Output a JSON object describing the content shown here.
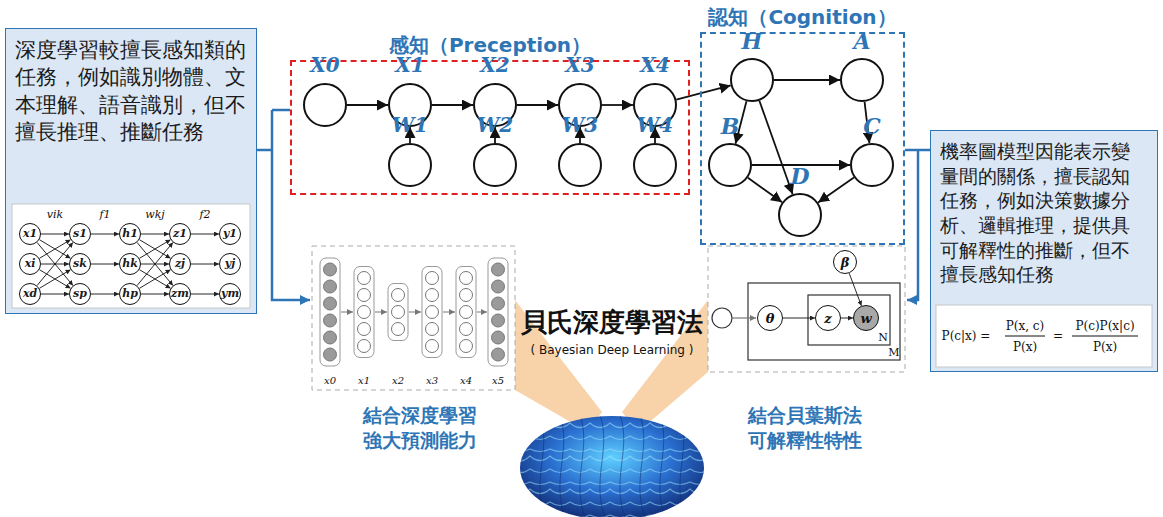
{
  "diagram": {
    "nodes": [
      {
        "text": [
          "深度學習較擅長感知類的任務，例如識別物體、文本理解、語音識別，但不擅長推理、推斷任務"
        ]
      },
      {
        "text": [
          "x1"
        ],
        "in": 0
      },
      {
        "text": [
          "xi"
        ],
        "in": 0
      },
      {
        "text": [
          "xd"
        ],
        "in": 0
      },
      {
        "text": [
          "s1"
        ],
        "in": 0
      },
      {
        "text": [
          "sk"
        ],
        "in": 0
      },
      {
        "text": [
          "sp"
        ],
        "in": 0
      },
      {
        "text": [
          "h1"
        ],
        "in": 0
      },
      {
        "text": [
          "hk"
        ],
        "in": 0
      },
      {
        "text": [
          "hp"
        ],
        "in": 0
      },
      {
        "text": [
          "z1"
        ],
        "in": 0
      },
      {
        "text": [
          "zj"
        ],
        "in": 0
      },
      {
        "text": [
          "zm"
        ],
        "in": 0
      },
      {
        "text": [
          "y1"
        ],
        "in": 0
      },
      {
        "text": [
          "yj"
        ],
        "in": 0
      },
      {
        "text": [
          "ym"
        ],
        "in": 0
      },
      {
        "text": [
          "感知（Preception）"
        ]
      },
      {
        "text": [
          "X0"
        ],
        "in": 16
      },
      {
        "text": [
          "X1"
        ],
        "in": 16
      },
      {
        "text": [
          "X2"
        ],
        "in": 16
      },
      {
        "text": [
          "X3"
        ],
        "in": 16
      },
      {
        "text": [
          "X4"
        ],
        "in": 16
      },
      {
        "text": [
          "W1"
        ],
        "in": 16
      },
      {
        "text": [
          "W2"
        ],
        "in": 16
      },
      {
        "text": [
          "W3"
        ],
        "in": 16
      },
      {
        "text": [
          "W4"
        ],
        "in": 16
      },
      {
        "text": [
          "認知（Cognition）"
        ]
      },
      {
        "text": [
          "H"
        ],
        "in": 26
      },
      {
        "text": [
          "A"
        ],
        "in": 26
      },
      {
        "text": [
          "B"
        ],
        "in": 26
      },
      {
        "text": [
          "C"
        ],
        "in": 26
      },
      {
        "text": [
          "D"
        ],
        "in": 26
      },
      {
        "text": [
          "機率圖模型因能表示變量間的關係，擅長認知任務，例如決策數據分析、邏輯推理，提供具可解釋性的推斷，但不擅長感知任務"
        ]
      },
      {
        "text": [
          "β"
        ]
      },
      {
        "text": [
          "θ"
        ]
      },
      {
        "text": [
          "z"
        ]
      },
      {
        "text": [
          "w"
        ]
      }
    ],
    "edges": [
      {
        "from": 1,
        "to": 4,
        "arrow": "to"
      },
      {
        "from": 1,
        "to": 5,
        "arrow": "to"
      },
      {
        "from": 1,
        "to": 6,
        "arrow": "to"
      },
      {
        "from": 2,
        "to": 4,
        "arrow": "to"
      },
      {
        "from": 2,
        "to": 5,
        "arrow": "to"
      },
      {
        "from": 2,
        "to": 6,
        "arrow": "to"
      },
      {
        "from": 3,
        "to": 4,
        "arrow": "to"
      },
      {
        "from": 3,
        "to": 5,
        "arrow": "to"
      },
      {
        "from": 3,
        "to": 6,
        "arrow": "to"
      },
      {
        "from": 4,
        "to": 7,
        "arrow": "to"
      },
      {
        "from": 5,
        "to": 8,
        "arrow": "to"
      },
      {
        "from": 6,
        "to": 9,
        "arrow": "to"
      },
      {
        "from": 7,
        "to": 10,
        "arrow": "to"
      },
      {
        "from": 7,
        "to": 11,
        "arrow": "to"
      },
      {
        "from": 7,
        "to": 12,
        "arrow": "to"
      },
      {
        "from": 8,
        "to": 10,
        "arrow": "to"
      },
      {
        "from": 8,
        "to": 11,
        "arrow": "to"
      },
      {
        "from": 8,
        "to": 12,
        "arrow": "to"
      },
      {
        "from": 9,
        "to": 10,
        "arrow": "to"
      },
      {
        "from": 9,
        "to": 11,
        "arrow": "to"
      },
      {
        "from": 9,
        "to": 12,
        "arrow": "to"
      },
      {
        "from": 10,
        "to": 13,
        "arrow": "to"
      },
      {
        "from": 11,
        "to": 14,
        "arrow": "to"
      },
      {
        "from": 12,
        "to": 15,
        "arrow": "to"
      },
      {
        "from": 17,
        "to": 18,
        "arrow": "to"
      },
      {
        "from": 18,
        "to": 19,
        "arrow": "to"
      },
      {
        "from": 19,
        "to": 20,
        "arrow": "to"
      },
      {
        "from": 20,
        "to": 21,
        "arrow": "to"
      },
      {
        "from": 22,
        "to": 18,
        "arrow": "to"
      },
      {
        "from": 23,
        "to": 19,
        "arrow": "to"
      },
      {
        "from": 24,
        "to": 20,
        "arrow": "to"
      },
      {
        "from": 25,
        "to": 21,
        "arrow": "to"
      },
      {
        "from": 21,
        "to": 27,
        "arrow": "to"
      },
      {
        "from": 27,
        "to": 28,
        "arrow": "to"
      },
      {
        "from": 27,
        "to": 29,
        "arrow": "to"
      },
      {
        "from": 27,
        "to": 31,
        "arrow": "to"
      },
      {
        "from": 28,
        "to": 30,
        "arrow": "to"
      },
      {
        "from": 29,
        "to": 30,
        "arrow": "to"
      },
      {
        "from": 29,
        "to": 31,
        "arrow": "to"
      },
      {
        "from": 30,
        "to": 31,
        "arrow": "to"
      },
      {
        "from": 34,
        "to": 35,
        "arrow": "to"
      },
      {
        "from": 35,
        "to": 36,
        "arrow": "to"
      },
      {
        "from": 33,
        "to": 36,
        "arrow": "to"
      }
    ],
    "labels": [
      "貝氏深度學習法",
      "( Bayesian Deep Learning )",
      "結合深度學習 強大預測能力",
      "結合貝葉斯法 可解釋性特性",
      "P(c|x) =",
      "P(x, c)",
      "P(x)",
      "=",
      "P(c)P(x|c)",
      "P(x)",
      "vik",
      "f1",
      "wkj",
      "f2",
      "x0",
      "x1",
      "x2",
      "x3",
      "x4",
      "x5",
      "N",
      "M"
    ]
  }
}
